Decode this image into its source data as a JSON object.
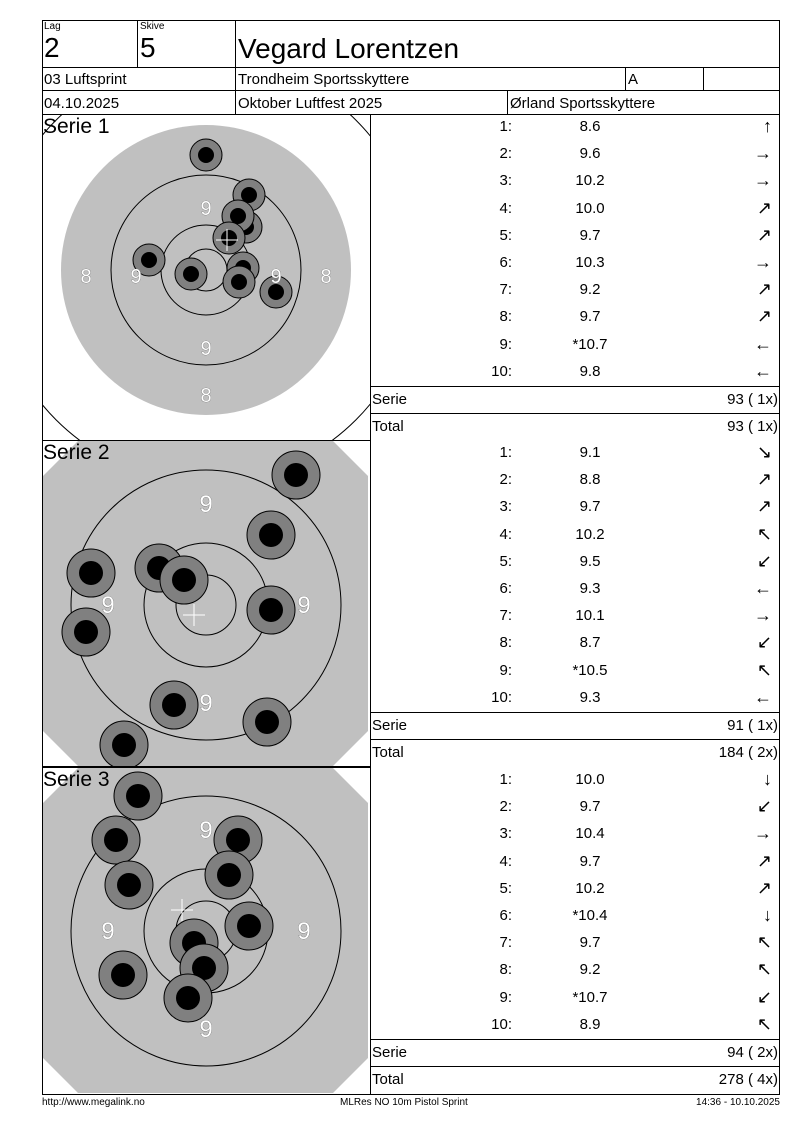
{
  "header": {
    "lag_label": "Lag",
    "lag": "2",
    "skive_label": "Skive",
    "skive": "5",
    "name": "Vegard Lorentzen",
    "class": "03 Luftsprint",
    "club": "Trondheim Sportsskyttere",
    "group": "A",
    "date": "04.10.2025",
    "event": "Oktober Luftfest 2025",
    "organizer": "Ørland Sportsskyttere"
  },
  "series": [
    {
      "title": "Serie 1",
      "shots": [
        {
          "n": "1:",
          "v": "8.6",
          "a": "↑"
        },
        {
          "n": "2:",
          "v": "9.6",
          "a": "→"
        },
        {
          "n": "3:",
          "v": "10.2",
          "a": "→"
        },
        {
          "n": "4:",
          "v": "10.0",
          "a": "↗"
        },
        {
          "n": "5:",
          "v": "9.7",
          "a": "↗"
        },
        {
          "n": "6:",
          "v": "10.3",
          "a": "→"
        },
        {
          "n": "7:",
          "v": "9.2",
          "a": "↗"
        },
        {
          "n": "8:",
          "v": "9.7",
          "a": "↗"
        },
        {
          "n": "9:",
          "v": "*10.7",
          "a": "←"
        },
        {
          "n": "10:",
          "v": "9.8",
          "a": "←"
        }
      ],
      "serie_label": "Serie",
      "serie": "93 ( 1x)",
      "total_label": "Total",
      "total": "93 ( 1x)",
      "ring_labels": [
        "8",
        "9"
      ]
    },
    {
      "title": "Serie 2",
      "shots": [
        {
          "n": "1:",
          "v": "9.1",
          "a": "↘"
        },
        {
          "n": "2:",
          "v": "8.8",
          "a": "↗"
        },
        {
          "n": "3:",
          "v": "9.7",
          "a": "↗"
        },
        {
          "n": "4:",
          "v": "10.2",
          "a": "↖"
        },
        {
          "n": "5:",
          "v": "9.5",
          "a": "↙"
        },
        {
          "n": "6:",
          "v": "9.3",
          "a": "←"
        },
        {
          "n": "7:",
          "v": "10.1",
          "a": "→"
        },
        {
          "n": "8:",
          "v": "8.7",
          "a": "↙"
        },
        {
          "n": "9:",
          "v": "*10.5",
          "a": "↖"
        },
        {
          "n": "10:",
          "v": "9.3",
          "a": "←"
        }
      ],
      "serie_label": "Serie",
      "serie": "91 ( 1x)",
      "total_label": "Total",
      "total": "184 ( 2x)",
      "ring_labels": [
        "9"
      ]
    },
    {
      "title": "Serie 3",
      "shots": [
        {
          "n": "1:",
          "v": "10.0",
          "a": "↓"
        },
        {
          "n": "2:",
          "v": "9.7",
          "a": "↙"
        },
        {
          "n": "3:",
          "v": "10.4",
          "a": "→"
        },
        {
          "n": "4:",
          "v": "9.7",
          "a": "↗"
        },
        {
          "n": "5:",
          "v": "10.2",
          "a": "↗"
        },
        {
          "n": "6:",
          "v": "*10.4",
          "a": "↓"
        },
        {
          "n": "7:",
          "v": "9.7",
          "a": "↖"
        },
        {
          "n": "8:",
          "v": "9.2",
          "a": "↖"
        },
        {
          "n": "9:",
          "v": "*10.7",
          "a": "↙"
        },
        {
          "n": "10:",
          "v": "8.9",
          "a": "↖"
        }
      ],
      "serie_label": "Serie",
      "serie": "94 ( 2x)",
      "total_label": "Total",
      "total": "278 ( 4x)",
      "ring_labels": [
        "9"
      ]
    }
  ],
  "footer": {
    "url": "http://www.megalink.no",
    "program": "MLRes NO 10m Pistol Sprint",
    "timestamp": "14:36 - 10.10.2025"
  }
}
